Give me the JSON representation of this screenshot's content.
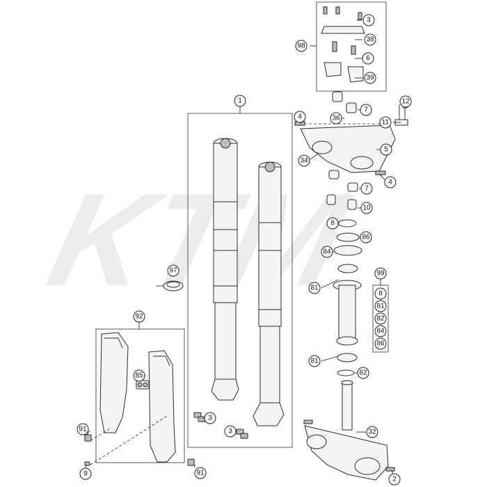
{
  "watermark": "KTM",
  "callouts": {
    "c1": "1",
    "c2": "2",
    "c3a": "3",
    "c3b": "3",
    "c3c": "3",
    "c4a": "4",
    "c4b": "4",
    "c5": "5",
    "c6": "6",
    "c7a": "7",
    "c7b": "7",
    "c8": "8",
    "c9": "9",
    "c10": "10",
    "c11": "11",
    "c12": "12",
    "c32": "32",
    "c34": "34",
    "c36": "36",
    "c38": "38",
    "c39": "39",
    "c81a": "81",
    "c81b": "81",
    "c82": "82",
    "c84": "84",
    "c85": "85",
    "c86": "86",
    "c91a": "91",
    "c91b": "91",
    "c92": "92",
    "c97": "97",
    "c98": "98",
    "c99": "99"
  },
  "kit99": [
    "8",
    "81",
    "82",
    "84",
    "86"
  ]
}
